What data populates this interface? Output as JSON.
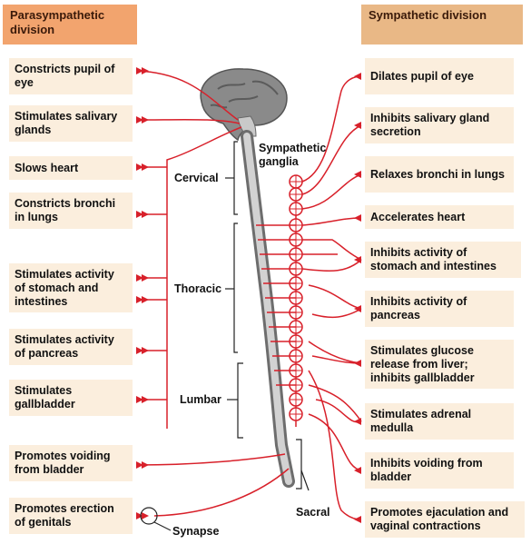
{
  "headers": {
    "parasympathetic": "Parasympathetic division",
    "sympathetic": "Sympathetic division"
  },
  "left_effects": [
    "Constricts pupil of eye",
    "Stimulates salivary glands",
    "Slows heart",
    "Constricts bronchi in lungs",
    "Stimulates activity of stomach and intestines",
    "Stimulates activity of pancreas",
    "Stimulates gallbladder",
    "Promotes voiding from bladder",
    "Promotes erection of genitals"
  ],
  "right_effects": [
    "Dilates pupil of eye",
    "Inhibits salivary gland secretion",
    "Relaxes bronchi in lungs",
    "Accelerates heart",
    "Inhibits activity of stomach and intestines",
    "Inhibits activity of pancreas",
    "Stimulates glucose release from liver; inhibits gallbladder",
    "Stimulates adrenal medulla",
    "Inhibits voiding from bladder",
    "Promotes ejaculation and vaginal contractions"
  ],
  "labels": {
    "sympathetic_ganglia": "Sympathetic ganglia",
    "cervical": "Cervical",
    "thoracic": "Thoracic",
    "lumbar": "Lumbar",
    "sacral": "Sacral",
    "synapse": "Synapse"
  },
  "colors": {
    "nerve": "#d8202a",
    "para_header": "#f2a46e",
    "symp_header": "#e9b886",
    "box": "#fbeedd"
  }
}
